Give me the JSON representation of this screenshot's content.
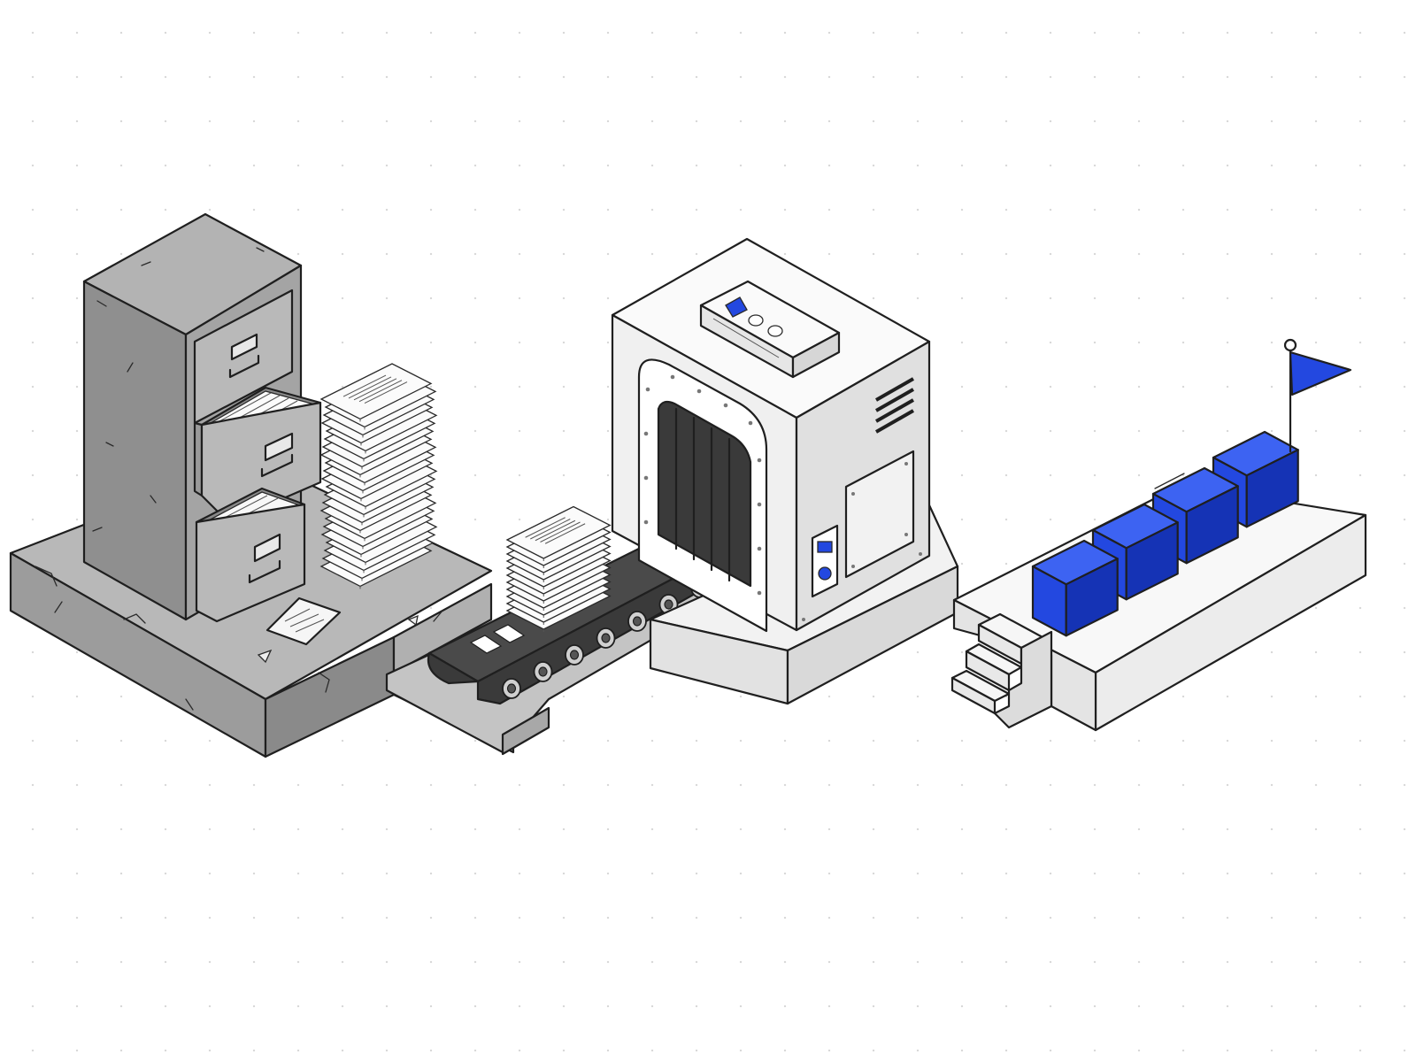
{
  "scene": {
    "background": "#ffffff",
    "grid_dot_color": "#d9d9d9",
    "objects": [
      {
        "key": "legacy-archive",
        "icon": "filing-cabinet-icon",
        "tone": "#9a9a9a"
      },
      {
        "key": "document-stack",
        "icon": "paper-stack-icon",
        "tone": "#f2f2f2"
      },
      {
        "key": "conveyor",
        "icon": "conveyor-belt-icon",
        "tone": "#4a4a4a"
      },
      {
        "key": "processor",
        "icon": "processing-machine-icon",
        "tone": "#f4f4f4"
      },
      {
        "key": "output",
        "icon": "blue-block-icon",
        "tone": "#2348e0",
        "count": 4
      },
      {
        "key": "goal",
        "icon": "flag-icon",
        "tone": "#2348e0"
      }
    ]
  },
  "colors": {
    "accent_blue": "#2348e0",
    "accent_blue_dark": "#1533b5",
    "accent_blue_light": "#3d63f2",
    "concrete_top": "#b9b9b9",
    "concrete_side": "#8e8e8e",
    "machine_face": "#f4f4f4",
    "belt": "#4a4a4a"
  }
}
